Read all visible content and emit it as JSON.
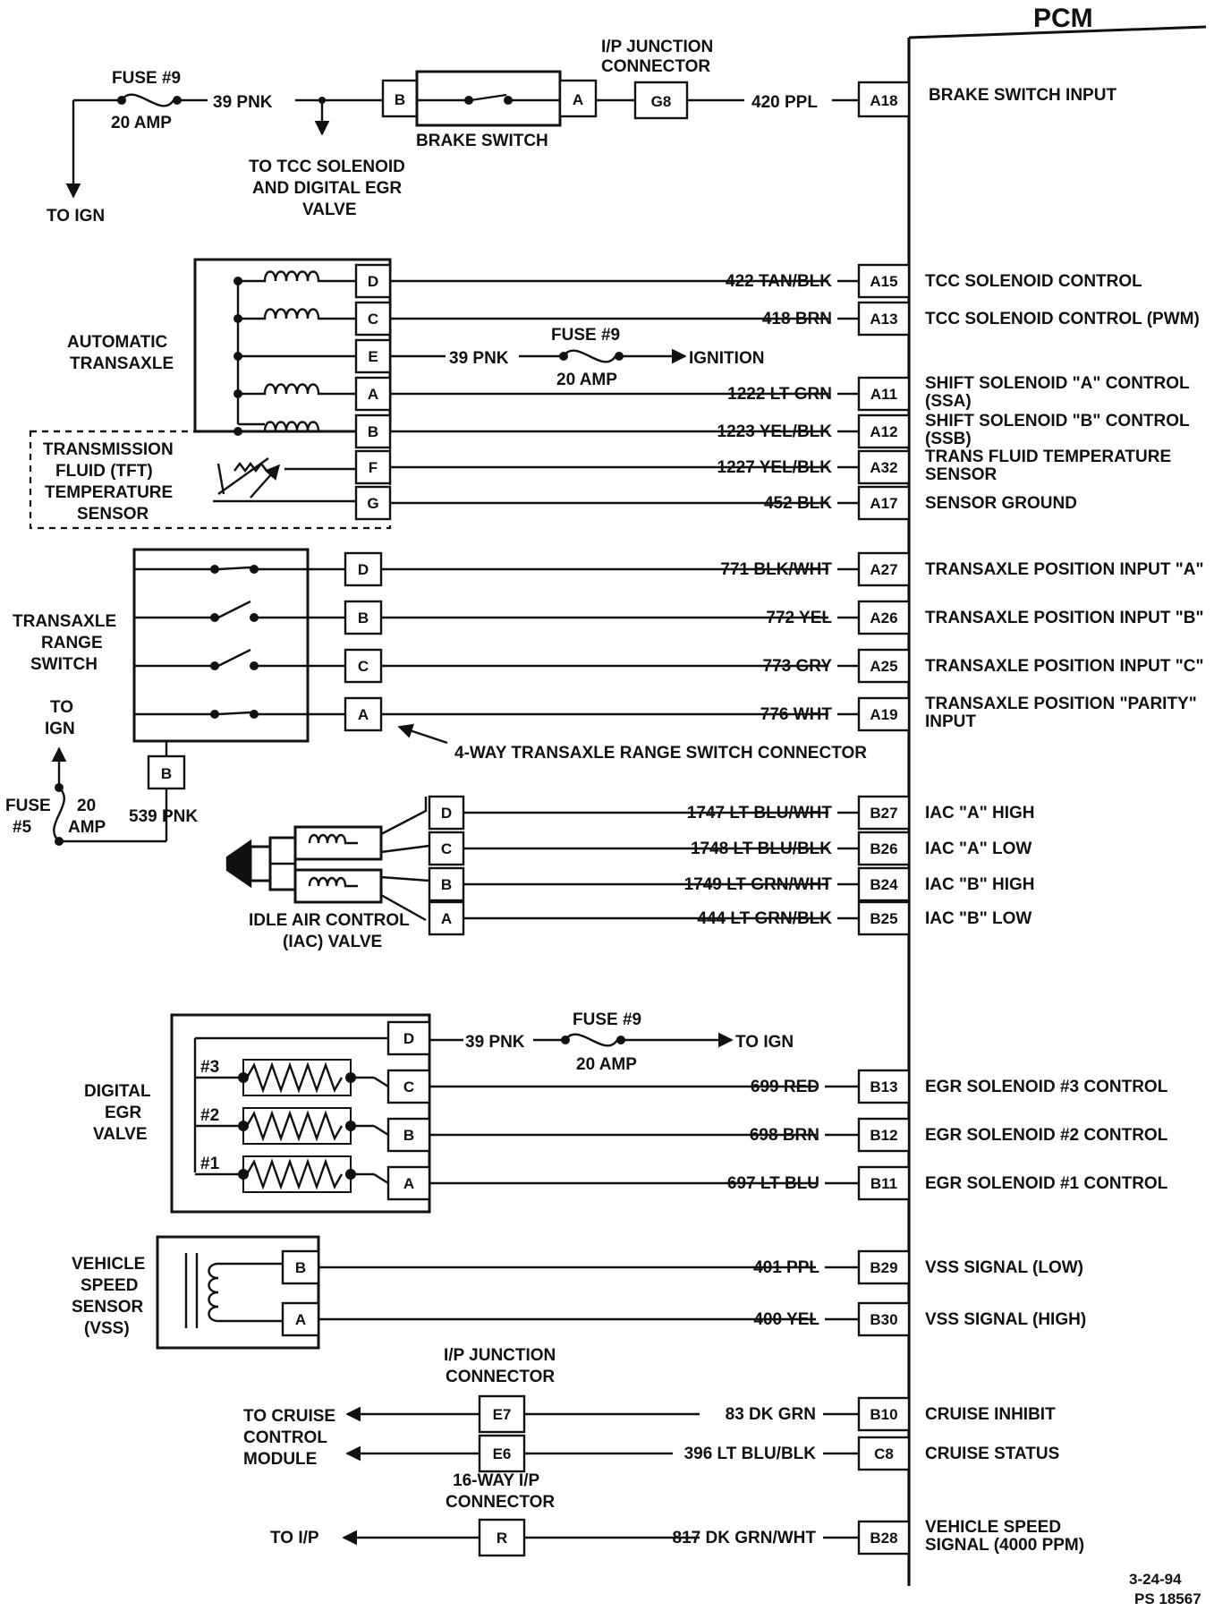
{
  "pcm": {
    "title": "PCM"
  },
  "top": {
    "fuse_label": "FUSE #9",
    "fuse_amp": "20 AMP",
    "wire_in": "39 PNK",
    "to_ign": "TO IGN",
    "to_tcc": [
      "TO TCC SOLENOID",
      "AND DIGITAL EGR",
      "VALVE"
    ],
    "switch_pin_b": "B",
    "switch_pin_a": "A",
    "brake_switch": "BRAKE SWITCH",
    "ip_junction": [
      "I/P JUNCTION",
      "CONNECTOR"
    ],
    "ip_pin": "G8",
    "wire_out": "420 PPL",
    "pcm_pin": "A18",
    "function": "BRAKE SWITCH INPUT"
  },
  "transaxle": {
    "label": [
      "AUTOMATIC",
      "TRANSAXLE"
    ],
    "tft_label": [
      "TRANSMISSION",
      "FLUID (TFT)",
      "TEMPERATURE",
      "SENSOR"
    ],
    "fuse_label": "FUSE #9",
    "fuse_amp": "20 AMP",
    "fuse_wire": "39 PNK",
    "fuse_dest": "IGNITION",
    "rows": [
      {
        "pin": "D",
        "wire": "422 TAN/BLK",
        "pcm": "A15",
        "func": [
          "TCC SOLENOID CONTROL"
        ]
      },
      {
        "pin": "C",
        "wire": "418 BRN",
        "pcm": "A13",
        "func": [
          "TCC SOLENOID CONTROL (PWM)"
        ]
      },
      {
        "pin": "E",
        "wire": "",
        "pcm": "",
        "func": []
      },
      {
        "pin": "A",
        "wire": "1222 LT GRN",
        "pcm": "A11",
        "func": [
          "SHIFT SOLENOID \"A\" CONTROL",
          "(SSA)"
        ]
      },
      {
        "pin": "B",
        "wire": "1223 YEL/BLK",
        "pcm": "A12",
        "func": [
          "SHIFT SOLENOID \"B\" CONTROL",
          "(SSB)"
        ]
      },
      {
        "pin": "F",
        "wire": "1227 YEL/BLK",
        "pcm": "A32",
        "func": [
          "TRANS FLUID TEMPERATURE",
          "SENSOR"
        ]
      },
      {
        "pin": "G",
        "wire": "452 BLK",
        "pcm": "A17",
        "func": [
          "SENSOR GROUND"
        ]
      }
    ]
  },
  "range_switch": {
    "label": [
      "TRANSAXLE",
      "RANGE",
      "SWITCH"
    ],
    "connector_note": "4-WAY TRANSAXLE RANGE SWITCH CONNECTOR",
    "to_ign": [
      "TO",
      "IGN"
    ],
    "fuse": [
      "FUSE",
      "#5"
    ],
    "amp": [
      "20",
      "AMP"
    ],
    "feed_pin": "B",
    "feed_wire": "539 PNK",
    "rows": [
      {
        "pin": "D",
        "wire": "771 BLK/WHT",
        "pcm": "A27",
        "func": [
          "TRANSAXLE POSITION INPUT \"A\""
        ]
      },
      {
        "pin": "B",
        "wire": "772 YEL",
        "pcm": "A26",
        "func": [
          "TRANSAXLE POSITION INPUT \"B\""
        ]
      },
      {
        "pin": "C",
        "wire": "773 GRY",
        "pcm": "A25",
        "func": [
          "TRANSAXLE POSITION INPUT \"C\""
        ]
      },
      {
        "pin": "A",
        "wire": "776 WHT",
        "pcm": "A19",
        "func": [
          "TRANSAXLE POSITION \"PARITY\"",
          "INPUT"
        ]
      }
    ]
  },
  "iac": {
    "label": [
      "IDLE AIR CONTROL",
      "(IAC) VALVE"
    ],
    "rows": [
      {
        "pin": "D",
        "wire": "1747 LT BLU/WHT",
        "pcm": "B27",
        "func": [
          "IAC \"A\" HIGH"
        ]
      },
      {
        "pin": "C",
        "wire": "1748 LT BLU/BLK",
        "pcm": "B26",
        "func": [
          "IAC \"A\" LOW"
        ]
      },
      {
        "pin": "B",
        "wire": "1749 LT GRN/WHT",
        "pcm": "B24",
        "func": [
          "IAC \"B\" HIGH"
        ]
      },
      {
        "pin": "A",
        "wire": "444 LT GRN/BLK",
        "pcm": "B25",
        "func": [
          "IAC \"B\" LOW"
        ]
      }
    ]
  },
  "egr": {
    "label": [
      "DIGITAL",
      "EGR",
      "VALVE"
    ],
    "fuse_wire": "39 PNK",
    "fuse_label": "FUSE #9",
    "fuse_amp": "20 AMP",
    "fuse_dest": "TO IGN",
    "solenoids": [
      "#3",
      "#2",
      "#1"
    ],
    "rows": [
      {
        "pin": "D",
        "wire": "",
        "pcm": "",
        "func": []
      },
      {
        "pin": "C",
        "wire": "699 RED",
        "pcm": "B13",
        "func": [
          "EGR SOLENOID #3 CONTROL"
        ]
      },
      {
        "pin": "B",
        "wire": "698 BRN",
        "pcm": "B12",
        "func": [
          "EGR SOLENOID #2 CONTROL"
        ]
      },
      {
        "pin": "A",
        "wire": "697 LT BLU",
        "pcm": "B11",
        "func": [
          "EGR SOLENOID #1 CONTROL"
        ]
      }
    ]
  },
  "vss": {
    "label": [
      "VEHICLE",
      "SPEED",
      "SENSOR",
      "(VSS)"
    ],
    "rows": [
      {
        "pin": "B",
        "wire": "401 PPL",
        "pcm": "B29",
        "func": [
          "VSS SIGNAL (LOW)"
        ]
      },
      {
        "pin": "A",
        "wire": "400 YEL",
        "pcm": "B30",
        "func": [
          "VSS SIGNAL (HIGH)"
        ]
      }
    ]
  },
  "cruise": {
    "ip_junction": [
      "I/P JUNCTION",
      "CONNECTOR"
    ],
    "dest": [
      "TO CRUISE",
      "CONTROL",
      "MODULE"
    ],
    "way16": [
      "16-WAY I/P",
      "CONNECTOR"
    ],
    "to_ip": "TO I/P",
    "rows": [
      {
        "pin": "E7",
        "wire": "83 DK GRN",
        "pcm": "B10",
        "func": [
          "CRUISE INHIBIT"
        ]
      },
      {
        "pin": "E6",
        "wire": "396 LT BLU/BLK",
        "pcm": "C8",
        "func": [
          "CRUISE STATUS"
        ]
      },
      {
        "pin": "R",
        "wire": "817 DK GRN/WHT",
        "pcm": "B28",
        "func": [
          "VEHICLE SPEED",
          "SIGNAL (4000 PPM)"
        ]
      }
    ]
  },
  "footer": {
    "date": "3-24-94",
    "code": "PS 18567"
  }
}
